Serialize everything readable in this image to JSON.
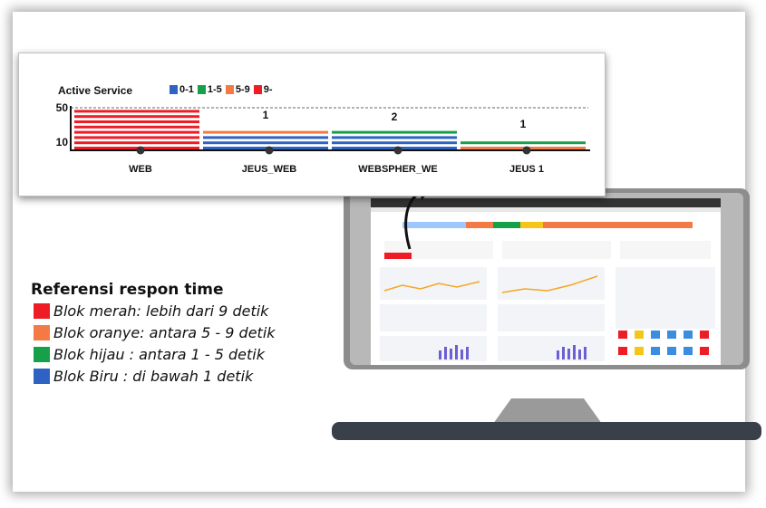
{
  "chart_data": {
    "type": "bar",
    "title": "Active Service",
    "legend": [
      {
        "label": "0-1",
        "color": "#2e63c4"
      },
      {
        "label": "1-5",
        "color": "#17a04a"
      },
      {
        "label": "5-9",
        "color": "#f47a45"
      },
      {
        "label": "9-",
        "color": "#ee1c24"
      }
    ],
    "yticks": [
      "50",
      "10"
    ],
    "categories": [
      "WEB",
      "JEUS_WEB",
      "WEBSPHER_WE",
      "JEUS 1"
    ],
    "top_labels": [
      "",
      "1",
      "2",
      "1"
    ],
    "blocks": [
      {
        "category": "WEB",
        "stack": [
          {
            "range": "9-",
            "count": 8
          }
        ]
      },
      {
        "category": "JEUS_WEB",
        "stack": [
          {
            "range": "0-1",
            "count": 3
          },
          {
            "range": "5-9",
            "count": 1
          }
        ]
      },
      {
        "category": "WEBSPHER_WE",
        "stack": [
          {
            "range": "0-1",
            "count": 3
          },
          {
            "range": "1-5",
            "count": 1
          }
        ]
      },
      {
        "category": "JEUS 1",
        "stack": [
          {
            "range": "5-9",
            "count": 1
          },
          {
            "range": "1-5",
            "count": 1
          }
        ]
      }
    ]
  },
  "reference": {
    "title": "Referensi respon time",
    "items": [
      {
        "color": "#ee1c24",
        "text": "Blok merah: lebih dari 9 detik"
      },
      {
        "color": "#f47a45",
        "text": "Blok oranye: antara 5 - 9 detik"
      },
      {
        "color": "#17a04a",
        "text": "Blok hijau : antara 1 - 5 detik"
      },
      {
        "color": "#2e63c4",
        "text": "Blok Biru  : di bawah 1 detik"
      }
    ]
  }
}
